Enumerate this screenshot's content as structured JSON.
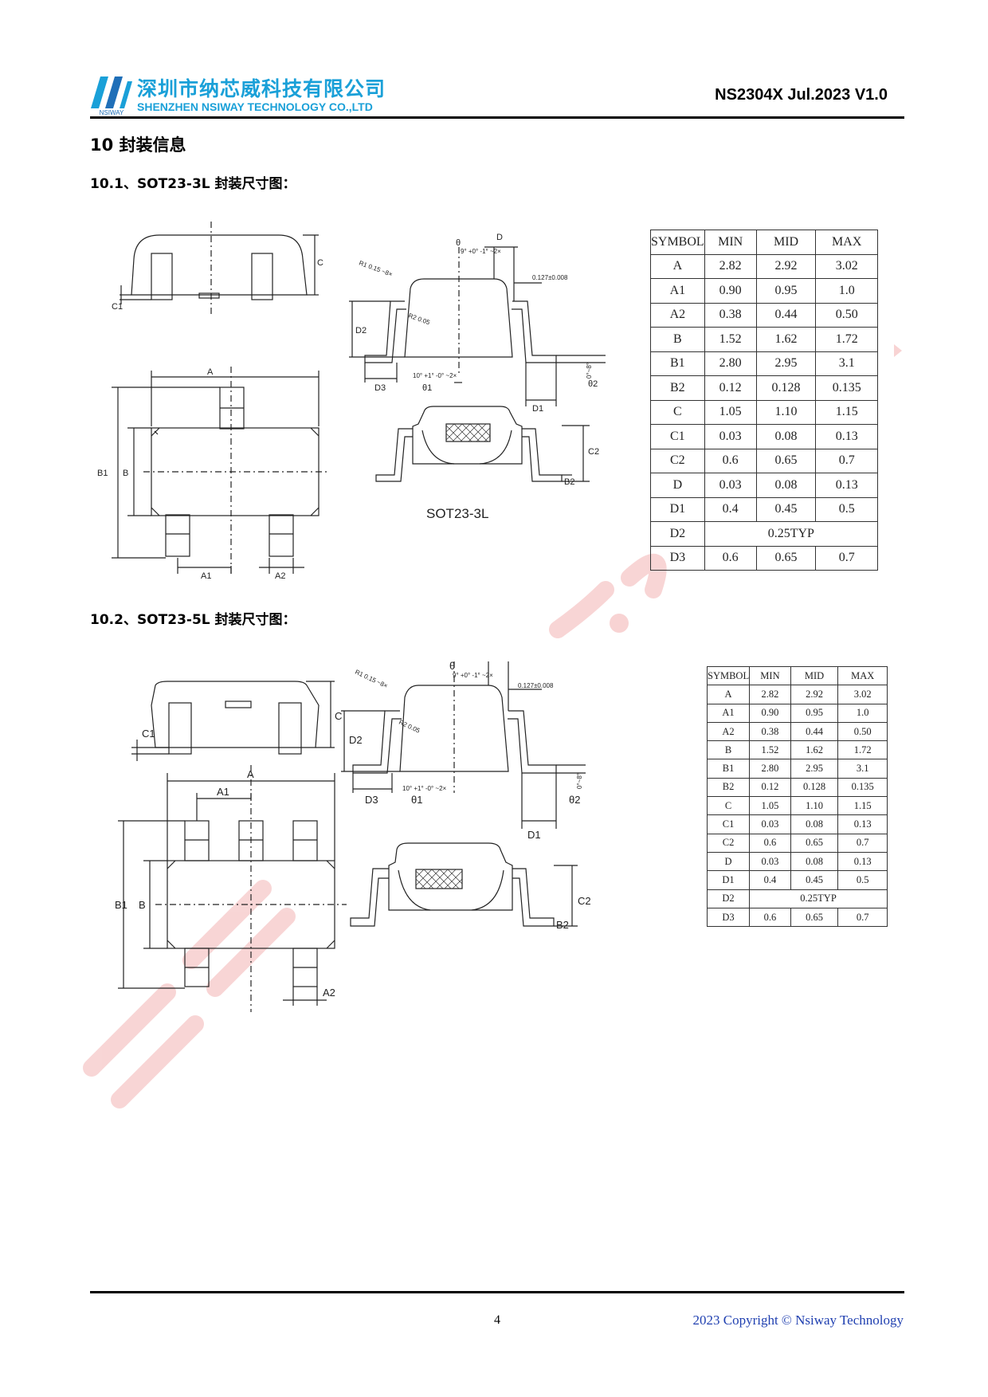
{
  "header": {
    "company_cn": "深圳市纳芯威科技有限公司",
    "company_en": "SHENZHEN NSIWAY TECHNOLOGY CO.,LTD",
    "logo_text": "NSIWAY",
    "doc_id": "NS2304X Jul.2023 V1.0"
  },
  "section": {
    "title": "10 封装信息",
    "sub1_title": "10.1、SOT23-3L 封装尺寸图：",
    "sub2_title": "10.2、SOT23-5L 封装尺寸图："
  },
  "drawing_labels": {
    "package_name_3l": "SOT23-3L",
    "A": "A",
    "A1": "A1",
    "A2": "A2",
    "B": "B",
    "B1": "B1",
    "B2": "B2",
    "C": "C",
    "C1": "C1",
    "C2": "C2",
    "D": "D",
    "D1": "D1",
    "D2": "D2",
    "D3": "D3",
    "theta": "θ",
    "theta1": "θ1",
    "theta2": "θ2",
    "r1": "R1 0.15 ~8×",
    "r2": "R2 0.05",
    "tol": "0.127±0.008",
    "theta_tol": "9° +0° -1° ~2×",
    "theta1_tol": "10° +1° -0° ~2×",
    "theta2_tol": "0°~8°"
  },
  "tables": {
    "headers": [
      "SYMBOL",
      "MIN",
      "MID",
      "MAX"
    ],
    "rows": [
      [
        "A",
        "2.82",
        "2.92",
        "3.02"
      ],
      [
        "A1",
        "0.90",
        "0.95",
        "1.0"
      ],
      [
        "A2",
        "0.38",
        "0.44",
        "0.50"
      ],
      [
        "B",
        "1.52",
        "1.62",
        "1.72"
      ],
      [
        "B1",
        "2.80",
        "2.95",
        "3.1"
      ],
      [
        "B2",
        "0.12",
        "0.128",
        "0.135"
      ],
      [
        "C",
        "1.05",
        "1.10",
        "1.15"
      ],
      [
        "C1",
        "0.03",
        "0.08",
        "0.13"
      ],
      [
        "C2",
        "0.6",
        "0.65",
        "0.7"
      ],
      [
        "D",
        "0.03",
        "0.08",
        "0.13"
      ],
      [
        "D1",
        "0.4",
        "0.45",
        "0.5"
      ]
    ],
    "d2_symbol": "D2",
    "d2_value": "0.25TYP",
    "d3_row": [
      "D3",
      "0.6",
      "0.65",
      "0.7"
    ]
  },
  "footer": {
    "page_number": "4",
    "copyright": "2023 Copyright © Nsiway Technology"
  },
  "colors": {
    "brand_blue": "#1aa0d8",
    "copyright_blue": "#1f3fb0",
    "watermark_red": "#f4c4c4"
  }
}
